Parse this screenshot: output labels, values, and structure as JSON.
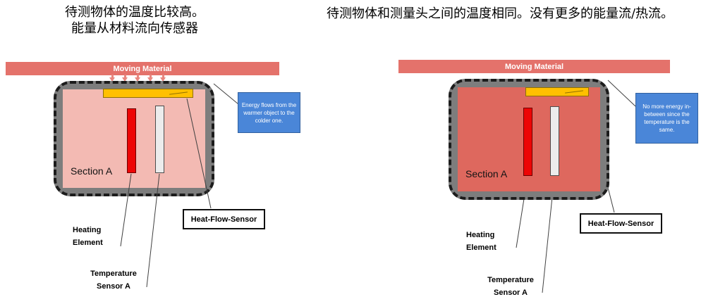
{
  "left": {
    "title_lines": [
      "待测物体的温度比较高。",
      "能量从材料流向传感器"
    ],
    "moving_material": "Moving Material",
    "section": "Section A",
    "callout": "Energy flows from the warmer object to the colder one.",
    "heat_flow_sensor": "Heat-Flow-Sensor",
    "heating_element": [
      "Heating",
      "Element"
    ],
    "temperature_sensor": [
      "Temperature",
      "Sensor A"
    ]
  },
  "right": {
    "title_lines": [
      "待测物体和测量头之间的温度相同。没有更多的能量流/热流。"
    ],
    "moving_material": "Moving Material",
    "section": "Section A",
    "callout": "No more energy in-between since the temperature is the same.",
    "heat_flow_sensor": "Heat-Flow-Sensor",
    "heating_element": [
      "Heating",
      "Element"
    ],
    "temperature_sensor": [
      "Temperature",
      "Sensor A"
    ]
  },
  "colors": {
    "moving_material_bar": "#E4726B",
    "hot_object_interior": "#F3BAB3",
    "equal_temp_interior": "#DE685E",
    "machine_frame": "#7D7D7D",
    "heat_flow_sensor_yellow": "#FFC000",
    "heating_element_red": "#ED0505",
    "temperature_sensor_gray": "#ECECEC",
    "callout_blue": "#4A86D8"
  }
}
